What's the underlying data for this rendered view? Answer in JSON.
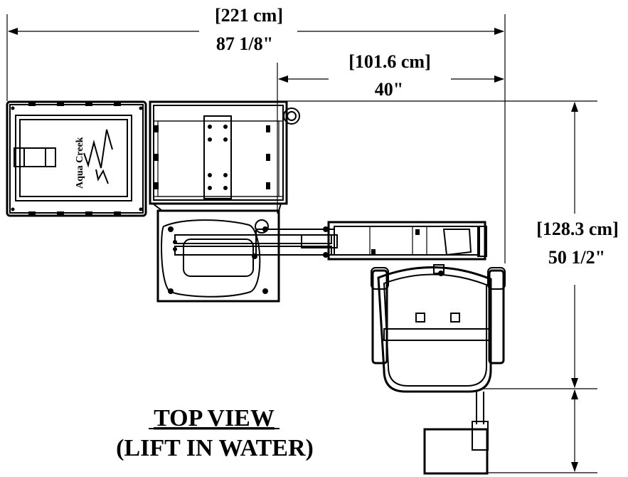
{
  "dimensions": {
    "overall_width_metric": "[221 cm]",
    "overall_width_imperial": "87 1/8\"",
    "partial_width_metric": "[101.6 cm]",
    "partial_width_imperial": "40\"",
    "height_metric": "[128.3 cm]",
    "height_imperial": "50 1/2\""
  },
  "view": {
    "title_line1": "TOP VIEW",
    "title_line2": "(LIFT IN WATER)"
  },
  "logo": {
    "brand": "Aqua Creek"
  }
}
